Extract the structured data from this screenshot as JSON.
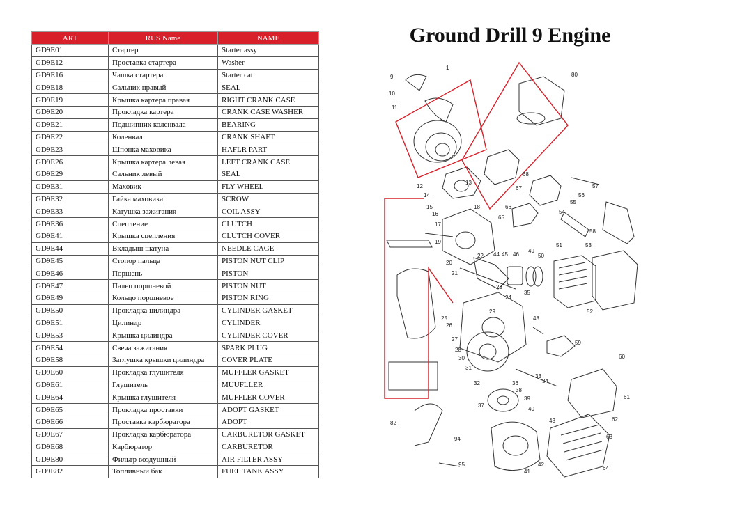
{
  "table": {
    "headers": [
      "ART",
      "RUS Name",
      "NAME"
    ],
    "rows": [
      [
        "GD9E01",
        "Стартер",
        "Starter assy"
      ],
      [
        "GD9E12",
        "Проставка стартера",
        "Washer"
      ],
      [
        "GD9E16",
        "Чашка стартера",
        "Starter cat"
      ],
      [
        "GD9E18",
        "Сальник правый",
        "SEAL"
      ],
      [
        "GD9E19",
        "Крышка картера правая",
        "RIGHT CRANK CASE"
      ],
      [
        "GD9E20",
        "Прокладка картера",
        "CRANK CASE WASHER"
      ],
      [
        "GD9E21",
        "Подшипник коленвала",
        "BEARING"
      ],
      [
        "GD9E22",
        "Коленвал",
        "CRANK SHAFT"
      ],
      [
        "GD9E23",
        "Шпонка маховика",
        "HAFLR PART"
      ],
      [
        "GD9E26",
        "Крышка картера левая",
        "LEFT CRANK CASE"
      ],
      [
        "GD9E29",
        "Сальник левый",
        "SEAL"
      ],
      [
        "GD9E31",
        "Маховик",
        "FLY WHEEL"
      ],
      [
        "GD9E32",
        "Гайка маховика",
        "SCROW"
      ],
      [
        "GD9E33",
        "Катушка зажигания",
        "COIL ASSY"
      ],
      [
        "GD9E36",
        "Сцепление",
        "CLUTCH"
      ],
      [
        "GD9E41",
        "Крышка сцепления",
        "CLUTCH COVER"
      ],
      [
        "GD9E44",
        "Вкладыш шатуна",
        "NEEDLE CAGE"
      ],
      [
        "GD9E45",
        "Стопор пальца",
        "PISTON NUT CLIP"
      ],
      [
        "GD9E46",
        "Поршень",
        "PISTON"
      ],
      [
        "GD9E47",
        "Палец поршневой",
        "PISTON NUT"
      ],
      [
        "GD9E49",
        "Кольцо поршневое",
        "PISTON RING"
      ],
      [
        "GD9E50",
        "Прокладка цилиндра",
        "CYLINDER GASKET"
      ],
      [
        "GD9E51",
        "Цилиндр",
        "CYLINDER"
      ],
      [
        "GD9E53",
        "Крышка цилиндра",
        "CYLINDER COVER"
      ],
      [
        "GD9E54",
        "Свеча зажигания",
        "SPARK PLUG"
      ],
      [
        "GD9E58",
        "Заглушка крышки цилиндра",
        "COVER PLATE"
      ],
      [
        "GD9E60",
        "Прокладка глушителя",
        "MUFFLER GASKET"
      ],
      [
        "GD9E61",
        "Глушитель",
        "MUUFLLER"
      ],
      [
        "GD9E64",
        "Крышка глушителя",
        "MUFFLER COVER"
      ],
      [
        "GD9E65",
        "Прокладка проставки",
        "ADOPT GASKET"
      ],
      [
        "GD9E66",
        "Проставка карбюратора",
        "ADOPT"
      ],
      [
        "GD9E67",
        "Прокладка карбюратора",
        "CARBURETOR GASKET"
      ],
      [
        "GD9E68",
        "Карбюратор",
        "CARBURETOR"
      ],
      [
        "GD9E80",
        "Фильтр воздушный",
        "AIR FILTER ASSY"
      ],
      [
        "GD9E82",
        "Топливный бак",
        "FUEL TANK ASSY"
      ]
    ]
  },
  "title": "Ground Drill 9 Engine",
  "diagram": {
    "accent_color": "#d7202a",
    "callouts": [
      "1",
      "80",
      "82",
      "9",
      "10",
      "11",
      "12",
      "13",
      "14",
      "15",
      "16",
      "17",
      "18",
      "19",
      "20",
      "21",
      "22",
      "23",
      "24",
      "25",
      "26",
      "27",
      "28",
      "29",
      "30",
      "31",
      "32",
      "33",
      "34",
      "35",
      "36",
      "37",
      "38",
      "39",
      "40",
      "41",
      "42",
      "43",
      "44",
      "45",
      "46",
      "48",
      "49",
      "50",
      "51",
      "52",
      "53",
      "54",
      "55",
      "56",
      "57",
      "58",
      "59",
      "60",
      "61",
      "62",
      "63",
      "64",
      "65",
      "66",
      "67",
      "68",
      "94",
      "95"
    ]
  }
}
